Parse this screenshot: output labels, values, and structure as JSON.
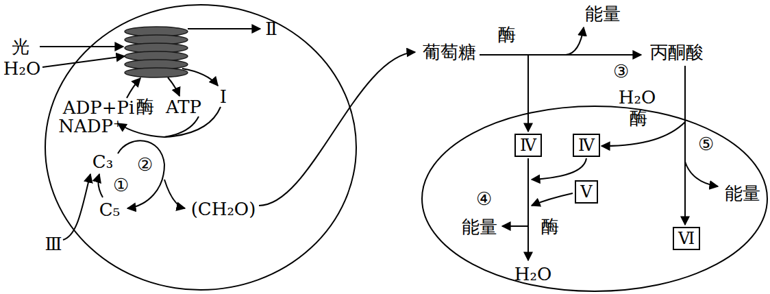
{
  "diagram": {
    "nodes": [
      {
        "text": [
          "Ⅳ"
        ]
      },
      {
        "text": [
          "Ⅳ"
        ]
      },
      {
        "text": [
          "Ⅴ"
        ]
      },
      {
        "text": [
          "Ⅵ"
        ]
      }
    ],
    "labels": [
      "光",
      "H₂O",
      "Ⅱ",
      "Ⅰ",
      "ADP+Pi",
      "酶",
      "ATP",
      "NADP⁺",
      "C₃",
      "②",
      "①",
      "C₅",
      "(CH₂O)",
      "Ⅲ",
      "能量",
      "葡萄糖",
      "酶",
      "丙酮酸",
      "③",
      "H₂O",
      "酶",
      "⑤",
      "能量",
      "④",
      "能量",
      "酶",
      "H₂O"
    ]
  }
}
